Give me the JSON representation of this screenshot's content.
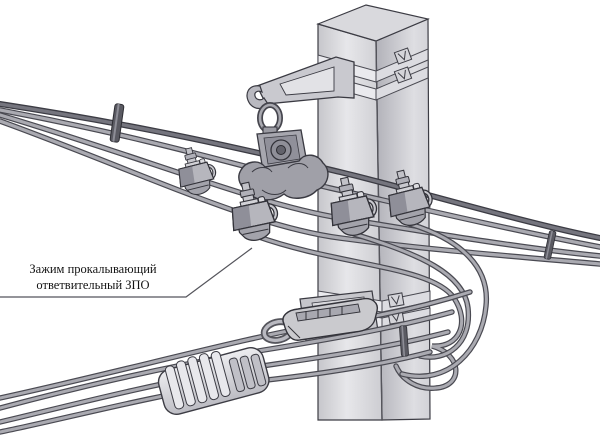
{
  "figure": {
    "type": "technical-illustration",
    "subject": "overhead-line-pole-with-insulated-cable-fittings",
    "background": "#ffffff"
  },
  "callout": {
    "line1": "Зажим прокалывающий",
    "line2": "ответвительный ЗПО",
    "text_color": "#141414"
  },
  "components": {
    "pole": "concrete-pole",
    "upper_bracket": "suspension-bracket",
    "suspension_clamp": "suspension-clamp",
    "piercing_clamps": [
      "piercing-clamp-1",
      "piercing-clamp-2",
      "piercing-clamp-3",
      "piercing-clamp-4"
    ],
    "anchor_bracket": "anchor-bracket",
    "anchor_clamp": "wedge-anchor-clamp",
    "protective_sleeve": "corrugated-sleeve",
    "strap_count": 4,
    "cable_tie_count": 3,
    "span_cable_count": 4
  },
  "colors": {
    "outline": "#3c3c44",
    "cable_light": "#aaaab1",
    "cable_mid": "#9a9aa2",
    "messenger": "#75757e",
    "pole_light": "#e9e9ec",
    "pole_mid": "#cfcfd4",
    "pole_dark": "#b9b9c0",
    "metal_light": "#ececef",
    "metal_mid": "#b6b6bd",
    "metal_dark": "#8d8d96",
    "leader_line": "#55555c"
  }
}
